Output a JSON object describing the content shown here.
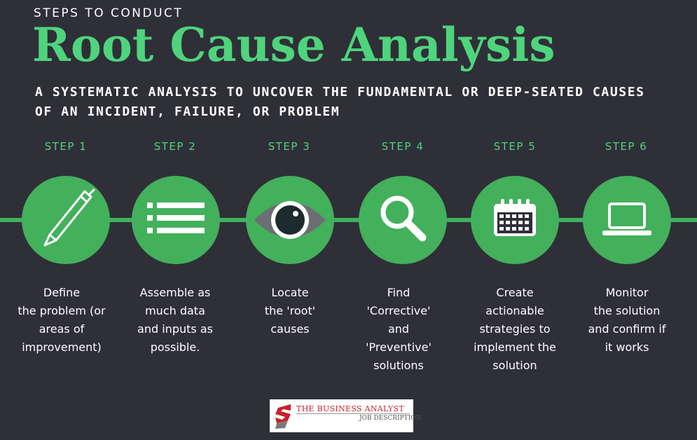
{
  "header": {
    "kicker": "STEPS TO CONDUCT",
    "title": "Root Cause Analysis",
    "subtitle": "A SYSTEMATIC ANALYSIS TO UNCOVER THE FUNDAMENTAL OR DEEP-SEATED CAUSES OF AN INCIDENT, FAILURE, OR PROBLEM"
  },
  "colors": {
    "background": "#2f2f38",
    "accent": "#4ed47c",
    "circle": "#43b05c"
  },
  "steps": [
    {
      "label": "STEP 1",
      "icon": "pen-icon",
      "lines": [
        "Define",
        "the problem (or",
        "areas of",
        "improvement)"
      ]
    },
    {
      "label": "STEP 2",
      "icon": "list-icon",
      "lines": [
        "Assemble as",
        "much data",
        "and inputs as",
        "possible."
      ]
    },
    {
      "label": "STEP 3",
      "icon": "eye-icon",
      "lines": [
        "Locate",
        "the 'root'",
        "causes"
      ]
    },
    {
      "label": "STEP 4",
      "icon": "magnifier-icon",
      "lines": [
        "Find",
        "'Corrective'",
        "and",
        "'Preventive'",
        "solutions"
      ]
    },
    {
      "label": "STEP 5",
      "icon": "calendar-icon",
      "lines": [
        "Create",
        "actionable",
        "strategies to",
        "implement the",
        "solution"
      ]
    },
    {
      "label": "STEP 6",
      "icon": "laptop-icon",
      "lines": [
        "Monitor",
        "the solution",
        "and confirm if",
        "it works"
      ]
    }
  ],
  "logo": {
    "line1": "THE BUSINESS ANALYST",
    "line2": "JOB DESCRIPTION"
  }
}
